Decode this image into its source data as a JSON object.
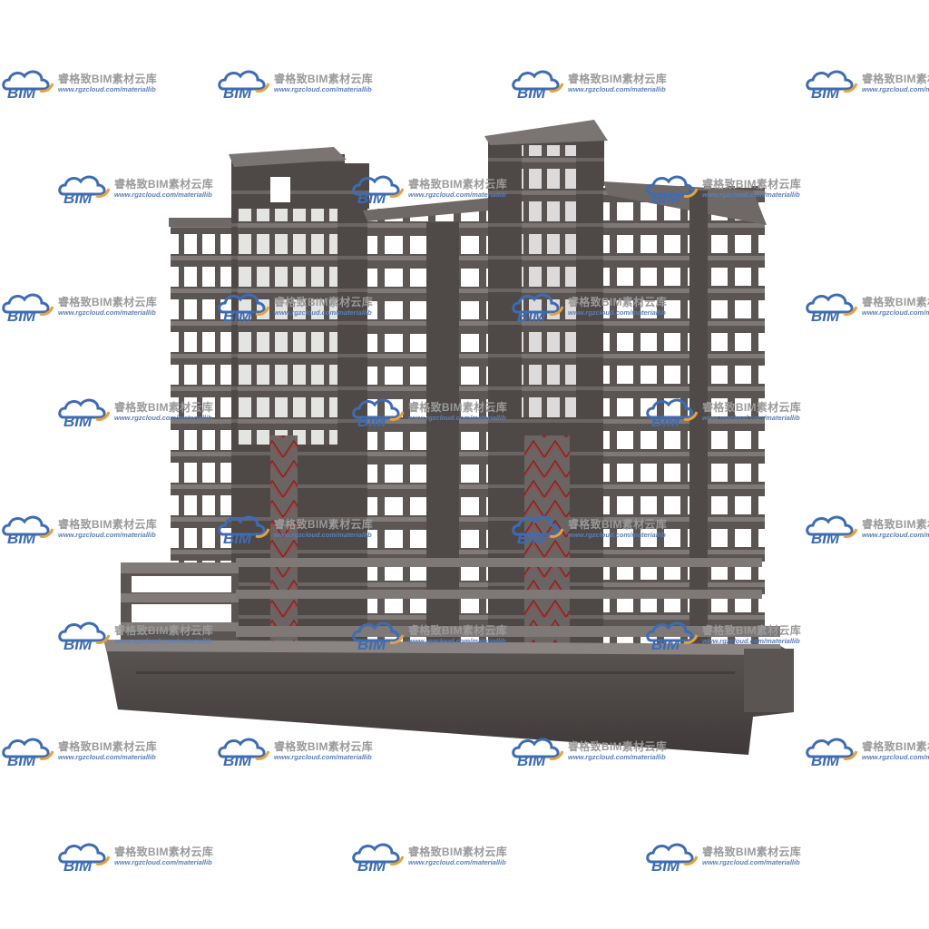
{
  "watermark": {
    "brand": "睿格致BIM素材云库",
    "url": "www.rgzcloud.com/materiallib",
    "logo_text": "BIM",
    "logo_colors": {
      "cloud": "#3d6cb3",
      "swoosh": "#e8a13a"
    }
  },
  "colors": {
    "background": "#ffffff",
    "concrete_dark": "#4a4544",
    "concrete_mid": "#5e5857",
    "concrete_light": "#7b7574",
    "slab": "#8a8483",
    "opening": "#ffffff",
    "stair_rail": "#8c2020"
  },
  "icons": {
    "building": "building-model-render",
    "logo": "bim-cloud-logo-icon"
  }
}
